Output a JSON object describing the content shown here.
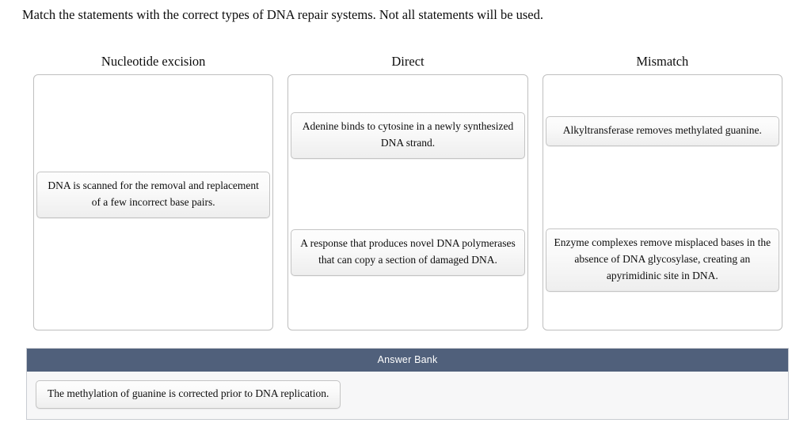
{
  "prompt": "Match the statements with the correct types of DNA repair systems. Not all statements will be used.",
  "colors": {
    "answer_bank_header_bg": "#50607b",
    "answer_bank_body_bg": "#f7f7f8",
    "dropzone_border": "#bfbfbf",
    "card_border": "#c4c4c4",
    "text": "#0d0d0d"
  },
  "columns": [
    {
      "header": "Nucleotide excision",
      "cards": [
        {
          "text": "DNA is scanned for the removal and replacement of a few incorrect base pairs.",
          "slot": 2
        }
      ]
    },
    {
      "header": "Direct",
      "cards": [
        {
          "text": "Adenine binds to cytosine in a newly synthesized DNA strand.",
          "slot": 1
        },
        {
          "text": "A response that produces novel DNA polymerases that can copy a section of damaged DNA.",
          "slot": 3
        }
      ]
    },
    {
      "header": "Mismatch",
      "cards": [
        {
          "text": "Alkyltransferase removes methylated guanine.",
          "slot": 1
        },
        {
          "text": "Enzyme complexes remove misplaced bases in the absence of DNA glycosylase, creating an apyrimidinic site in DNA.",
          "slot": 3
        }
      ]
    }
  ],
  "answer_bank": {
    "title": "Answer Bank",
    "cards": [
      {
        "text": "The methylation of guanine is corrected prior to DNA replication."
      }
    ]
  }
}
